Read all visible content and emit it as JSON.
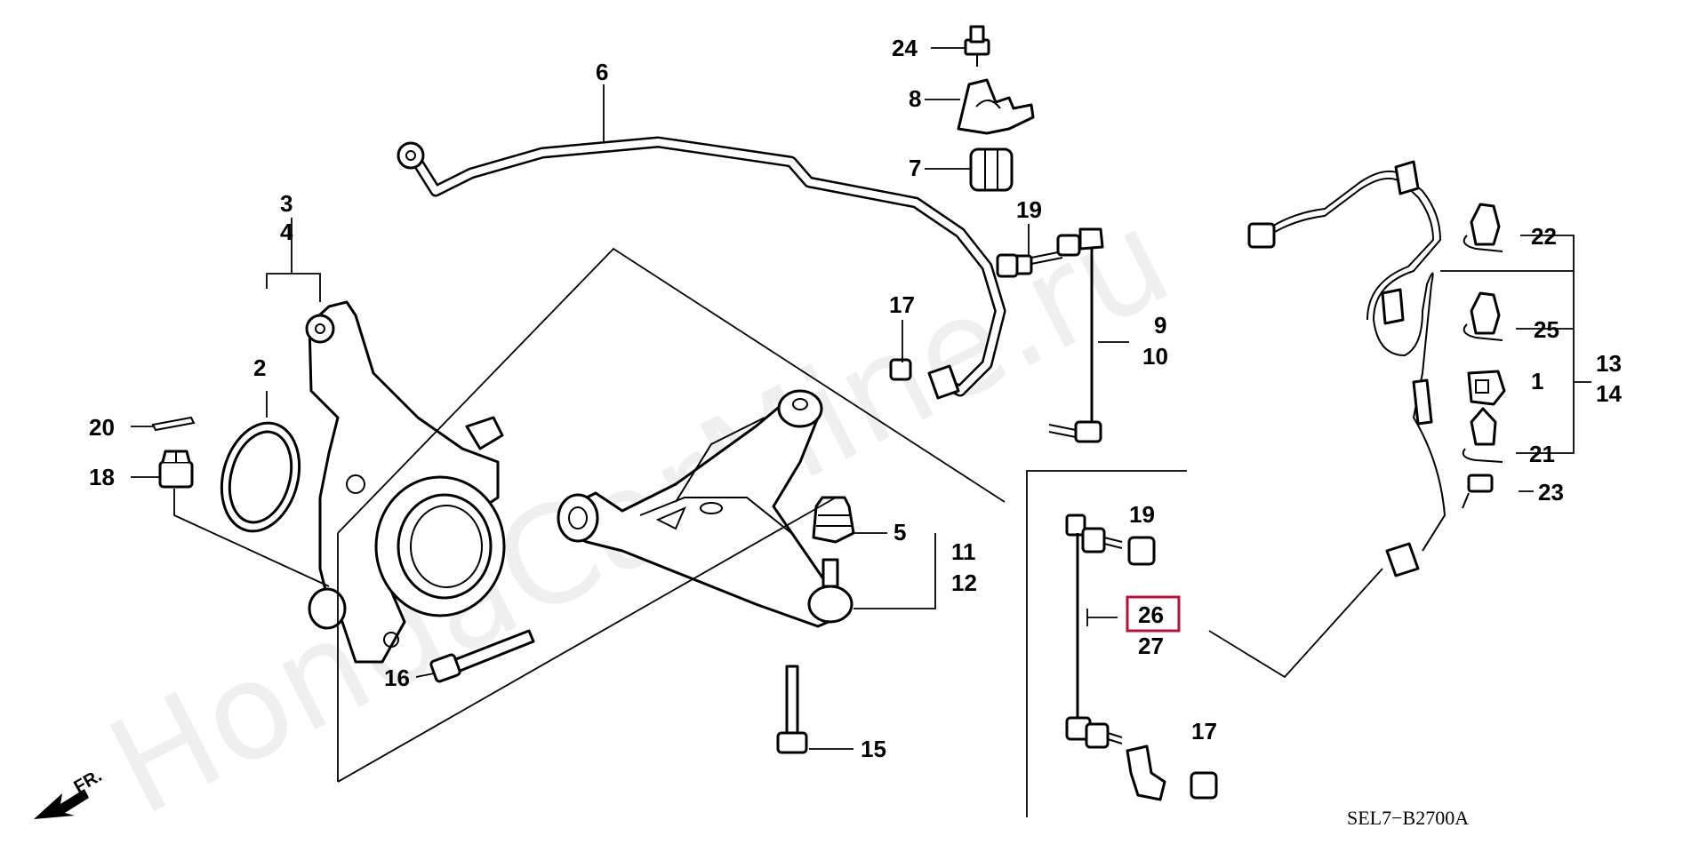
{
  "diagram": {
    "watermark": "HondaCarMine.ru",
    "code": "SEL7−B2700A",
    "direction": "FR.",
    "highlight_color": "#b0143c",
    "highlighted_part": "26",
    "parts": {
      "p1": "1",
      "p2": "2",
      "p3": "3",
      "p4": "4",
      "p5": "5",
      "p6": "6",
      "p7": "7",
      "p8": "8",
      "p9": "9",
      "p10": "10",
      "p11": "11",
      "p12": "12",
      "p13": "13",
      "p14": "14",
      "p15": "15",
      "p16": "16",
      "p17a": "17",
      "p17b": "17",
      "p18": "18",
      "p19a": "19",
      "p19b": "19",
      "p20": "20",
      "p21": "21",
      "p22": "22",
      "p23": "23",
      "p24": "24",
      "p25": "25",
      "p26": "26",
      "p27": "27"
    }
  }
}
